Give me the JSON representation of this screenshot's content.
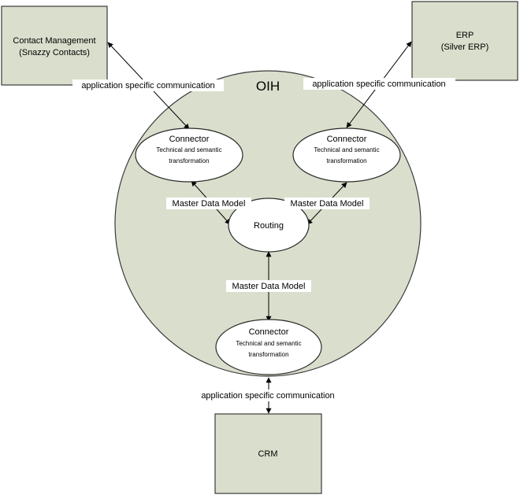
{
  "systems": {
    "contact_management": {
      "line1": "Contact Management",
      "line2": "(Snazzy Contacts)"
    },
    "erp": {
      "line1": "ERP",
      "line2": "(Silver ERP)"
    },
    "crm": {
      "line1": "CRM"
    }
  },
  "hub": {
    "title": "OIH"
  },
  "connectors": [
    {
      "title": "Connector",
      "line1": "Technical and semantic",
      "line2": "transformation"
    },
    {
      "title": "Connector",
      "line1": "Technical and semantic",
      "line2": "transformation"
    },
    {
      "title": "Connector",
      "line1": "Technical and semantic",
      "line2": "transformation"
    }
  ],
  "routing": {
    "label": "Routing"
  },
  "edge_labels": {
    "app_comm_left": "application specific communication",
    "app_comm_right": "application specific communication",
    "app_comm_bottom": "application specific communication",
    "mdm_left": "Master Data Model",
    "mdm_right": "Master Data Model",
    "mdm_bottom": "Master Data Model"
  }
}
